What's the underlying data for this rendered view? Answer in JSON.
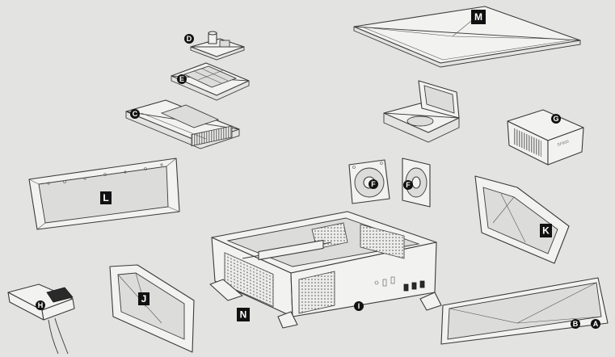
{
  "callouts": {
    "A": "A",
    "B": "B",
    "C": "C",
    "D": "D",
    "E": "E",
    "F1": "F",
    "F2": "F",
    "G": "G",
    "H": "H",
    "I": "I",
    "J": "J",
    "K": "K",
    "L": "L",
    "M": "M",
    "N": "N"
  },
  "psu_label": "SF600",
  "colors": {
    "background": "#e3e3e1",
    "part_fill": "#f2f2f0",
    "outline": "#3a3a3a",
    "callout": "#111111"
  }
}
